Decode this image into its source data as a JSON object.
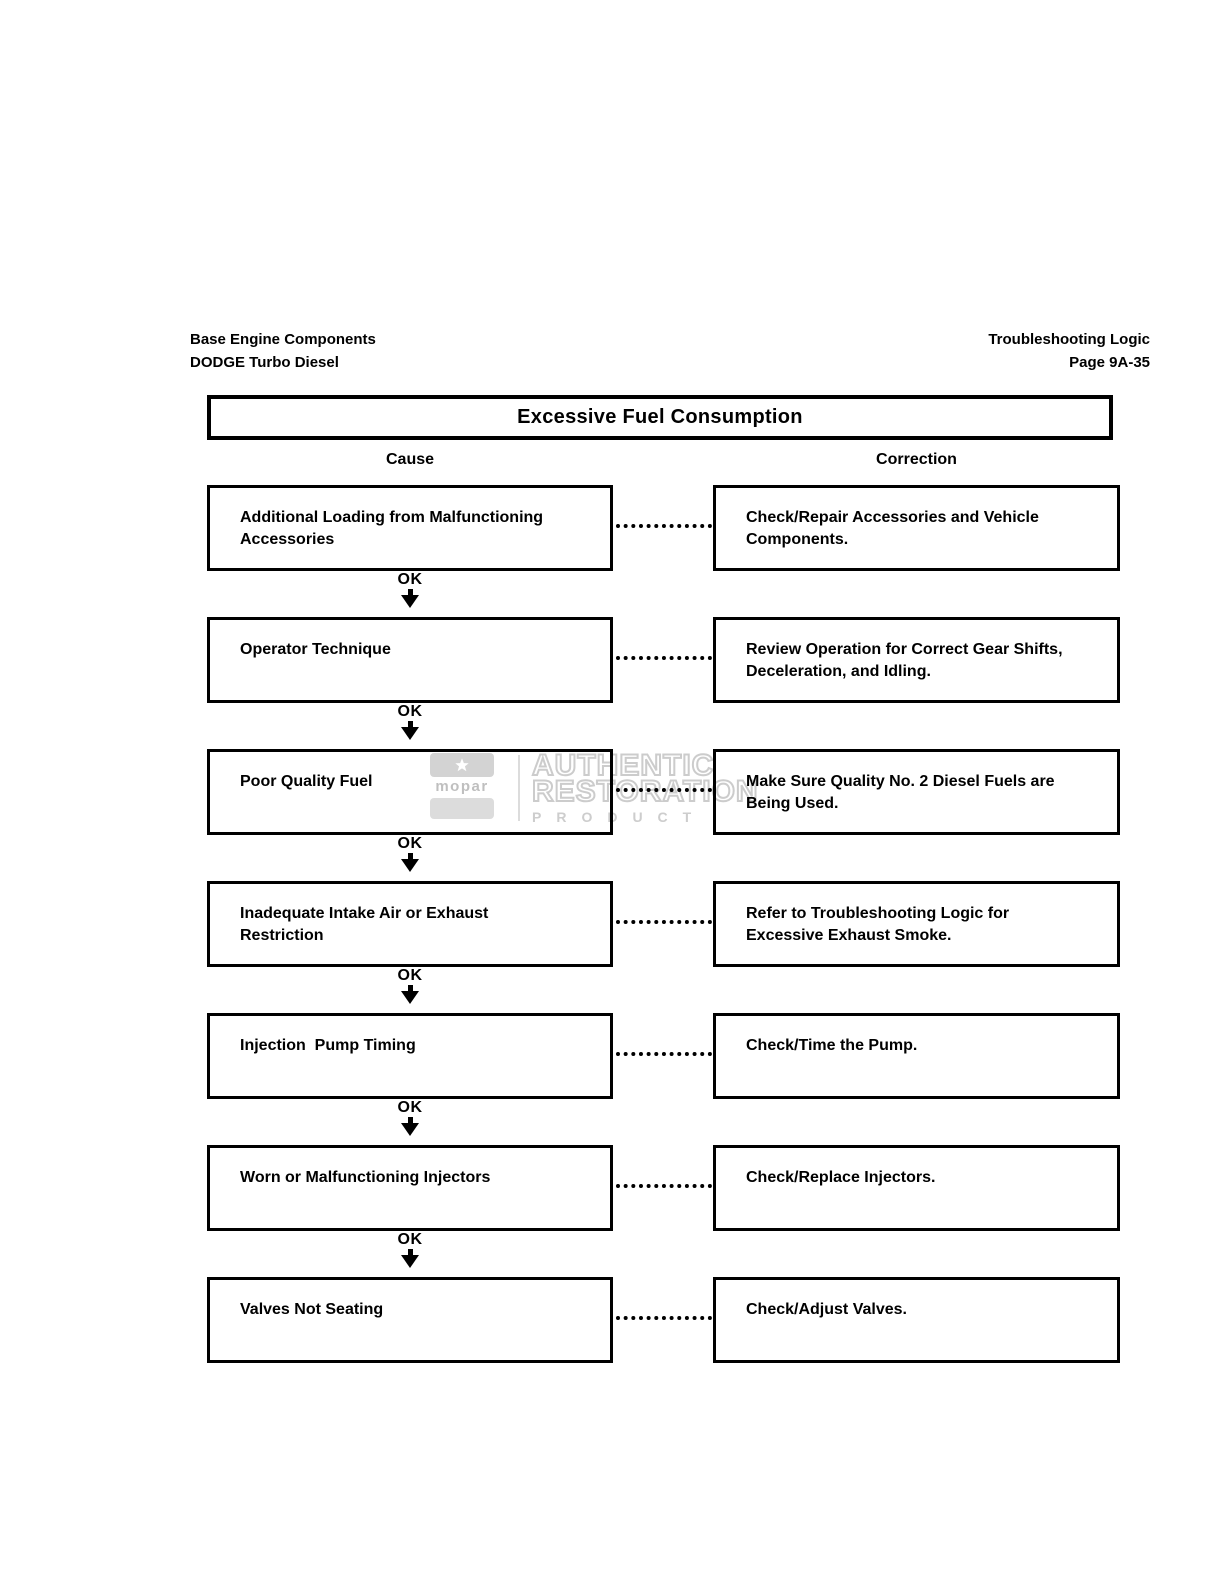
{
  "page_header": {
    "left_line1": "Base Engine Components",
    "left_line2": "DODGE Turbo Diesel",
    "right_line1": "Troubleshooting Logic",
    "right_line2": "Page 9A-35"
  },
  "flowchart": {
    "title": "Excessive Fuel Consumption",
    "cause_header": "Cause",
    "correction_header": "Correction",
    "ok_label": "OK",
    "rows": [
      {
        "cause": "Additional Loading from Malfunctioning Accessories",
        "correction": "Check/Repair Accessories and Vehicle Components."
      },
      {
        "cause": "Operator Technique",
        "correction": "Review Operation for Correct Gear Shifts, Deceleration, and Idling."
      },
      {
        "cause": "Poor Quality Fuel",
        "correction": "Make Sure Quality No. 2 Diesel Fuels are Being Used."
      },
      {
        "cause": "Inadequate Intake Air or Exhaust Restriction",
        "correction": "Refer to Troubleshooting Logic for Excessive Exhaust Smoke."
      },
      {
        "cause": "Injection  Pump Timing",
        "correction": "Check/Time the Pump."
      },
      {
        "cause": "Worn or Malfunctioning Injectors",
        "correction": "Check/Replace Injectors."
      },
      {
        "cause": "Valves Not Seating",
        "correction": "Check/Adjust Valves."
      }
    ]
  },
  "watermark": {
    "logo_text": "mopar",
    "line1": "AUTHENTIC",
    "line2": "RESTORATION",
    "line3": "PRODUCT",
    "grey_color": "#cccccc"
  }
}
